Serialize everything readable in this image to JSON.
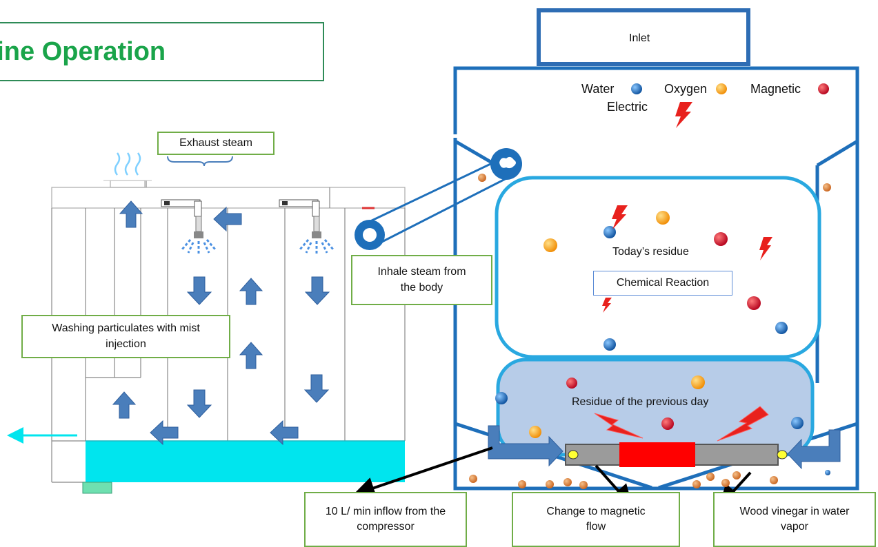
{
  "title": "hine Operation",
  "labels": {
    "inlet": "Inlet",
    "water": "Water",
    "oxygen": "Oxygen",
    "magnetic": "Magnetic",
    "electric": "Electric",
    "exhaust_steam": "Exhaust steam",
    "inhale_steam": "Inhale steam from the body",
    "washing": "Washing particulates with mist injection",
    "todays_residue": "Today’s residue",
    "chemical_reaction": "Chemical Reaction",
    "previous_residue": "Residue of the previous day",
    "inflow": "10 L/ min inflow from the compressor",
    "magnetic_flow": "Change to magnetic flow",
    "wood_vinegar": "Wood vinegar in water vapor"
  },
  "colors": {
    "water": "#1a6fc4",
    "oxygen": "#f5a623",
    "magnetic": "#d0021b",
    "electric": "#e8211d",
    "tank_line": "#1e6fba",
    "chamber_line": "#29a8e0",
    "water_fill": "#00e5ee",
    "arrow": "#4a7ebb",
    "box_border": "#70ad47",
    "title": "#1aa44a"
  }
}
